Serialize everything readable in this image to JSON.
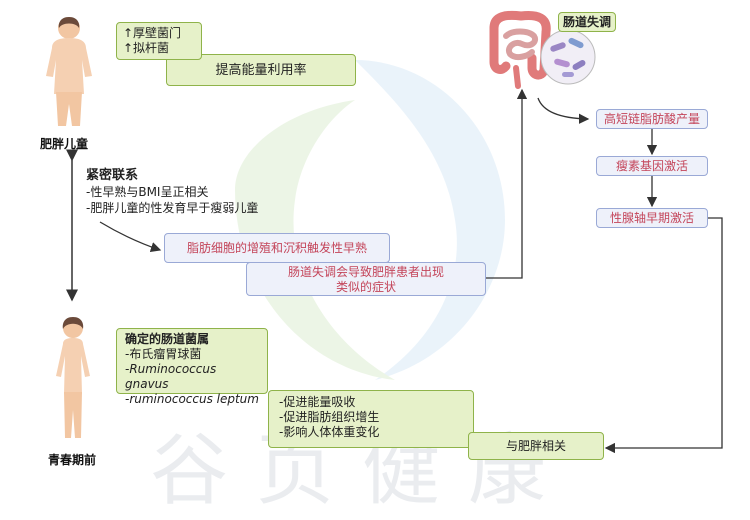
{
  "watermark": {
    "text": "谷页健康"
  },
  "obese_child": {
    "label": "肥胖儿童"
  },
  "pre_puberty": {
    "label": "青春期前"
  },
  "top_green_box": {
    "lines": [
      "↑厚壁菌门",
      "↑拟杆菌"
    ]
  },
  "energy_box": {
    "text": "提高能量利用率"
  },
  "close_link": {
    "title": "紧密联系",
    "lines": [
      "-性早熟与BMI呈正相关",
      "-肥胖儿童的性发育早于瘦弱儿童"
    ]
  },
  "fat_cell_box": {
    "text": "脂肪细胞的增殖和沉积触发性早熟"
  },
  "dysbiosis_box": {
    "lines": [
      "肠道失调会导致肥胖患者出现",
      "类似的症状"
    ]
  },
  "gut_dysbiosis": {
    "label": "肠道失调"
  },
  "right_chain": [
    "高短链脂肪酸产量",
    "瘦素基因激活",
    "性腺轴早期激活"
  ],
  "bacteria_box": {
    "title": "确定的肠道菌属",
    "lines": [
      "-布氏瘤胃球菌",
      "-Ruminococcus gnavus",
      "-ruminococcus leptum"
    ]
  },
  "effects_box": {
    "lines": [
      "-促进能量吸收",
      "-促进脂肪组织增生",
      "-影响人体体重变化"
    ]
  },
  "obesity_related": {
    "text": "与肥胖相关"
  },
  "colors": {
    "green_fill": "#e6f1c9",
    "green_border": "#8fb34a",
    "blue_fill": "#eef1fa",
    "blue_border": "#8e9fcf",
    "pink_text": "#c4455a",
    "arrow": "#333333"
  }
}
